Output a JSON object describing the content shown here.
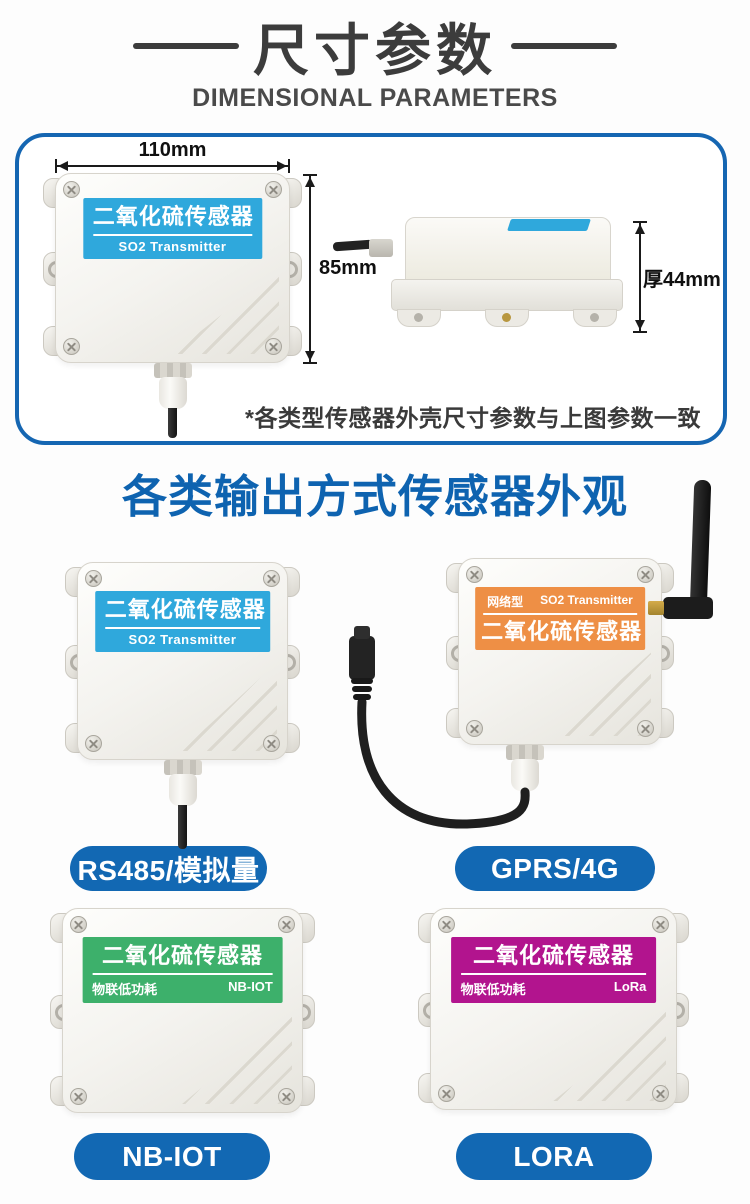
{
  "header": {
    "title": "尺寸参数",
    "subtitle": "DIMENSIONAL PARAMETERS"
  },
  "dimension_panel": {
    "border_color": "#1566b2",
    "width_label": "110mm",
    "height_label": "85mm",
    "thickness_label": "厚44mm",
    "note": "*各类型传感器外壳尺寸参数与上图参数一致",
    "device_label": {
      "color": "#2fa8dc",
      "title": "二氧化硫传感器",
      "subtitle": "SO2 Transmitter"
    }
  },
  "showcase": {
    "title": "各类输出方式传感器外观",
    "title_color": "#0e63b0",
    "pill_color": "#1268b3",
    "variants": [
      {
        "pill": "RS485/模拟量",
        "label": {
          "color": "#2fa8dc",
          "title": "二氧化硫传感器",
          "subtitle": "SO2 Transmitter"
        }
      },
      {
        "pill": "GPRS/4G",
        "label": {
          "color": "#ee8f45",
          "top_left": "网络型",
          "top_right": "SO2 Transmitter",
          "title": "二氧化硫传感器"
        }
      },
      {
        "pill": "NB-IOT",
        "label": {
          "color": "#3db06b",
          "title": "二氧化硫传感器",
          "bottom_left": "物联低功耗",
          "bottom_right": "NB-IOT"
        }
      },
      {
        "pill": "LORA",
        "label": {
          "color": "#b2148e",
          "title": "二氧化硫传感器",
          "bottom_left": "物联低功耗",
          "bottom_right": "LoRa"
        }
      }
    ]
  }
}
